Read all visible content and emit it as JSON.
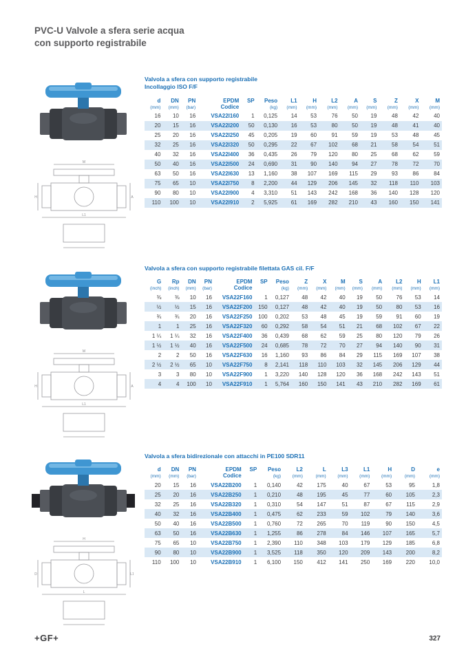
{
  "page": {
    "title_line1": "PVC-U Valvole a sfera serie acqua",
    "title_line2": "con supporto registrabile",
    "footer": {
      "logo": "+GF+",
      "page_number": "327"
    }
  },
  "colors": {
    "accent_blue": "#1a6fb5",
    "row_stripe": "#d9e8f5",
    "title_gray": "#59595b",
    "handle_blue": "#3f96d2"
  },
  "sections": [
    {
      "heading": [
        "Valvola a sfera con supporto registrabile",
        "Incollaggio ISO F/F"
      ],
      "drawing_labels": [
        "M",
        "H",
        "A",
        "L1"
      ],
      "columns": [
        {
          "label": "d",
          "unit": "(mm)"
        },
        {
          "label": "DN",
          "unit": "(mm)"
        },
        {
          "label": "PN",
          "unit": "(bar)"
        },
        {
          "label": "EPDM",
          "unit": "Codice"
        },
        {
          "label": "SP",
          "unit": ""
        },
        {
          "label": "Peso",
          "unit": "(kg)"
        },
        {
          "label": "L1",
          "unit": "(mm)"
        },
        {
          "label": "H",
          "unit": "(mm)"
        },
        {
          "label": "L2",
          "unit": "(mm)"
        },
        {
          "label": "A",
          "unit": "(mm)"
        },
        {
          "label": "S",
          "unit": "(mm)"
        },
        {
          "label": "Z",
          "unit": "(mm)"
        },
        {
          "label": "X",
          "unit": "(mm)"
        },
        {
          "label": "M",
          "unit": "(mm)"
        }
      ],
      "rows": [
        [
          "16",
          "10",
          "16",
          "VSA22I160",
          "1",
          "0,125",
          "14",
          "53",
          "76",
          "50",
          "19",
          "48",
          "42",
          "40"
        ],
        [
          "20",
          "15",
          "16",
          "VSA22I200",
          "50",
          "0,130",
          "16",
          "53",
          "80",
          "50",
          "19",
          "48",
          "41",
          "40"
        ],
        [
          "25",
          "20",
          "16",
          "VSA22I250",
          "45",
          "0,205",
          "19",
          "60",
          "91",
          "59",
          "19",
          "53",
          "48",
          "45"
        ],
        [
          "32",
          "25",
          "16",
          "VSA22I320",
          "50",
          "0,295",
          "22",
          "67",
          "102",
          "68",
          "21",
          "58",
          "54",
          "51"
        ],
        [
          "40",
          "32",
          "16",
          "VSA22I400",
          "36",
          "0,435",
          "26",
          "79",
          "120",
          "80",
          "25",
          "68",
          "62",
          "59"
        ],
        [
          "50",
          "40",
          "16",
          "VSA22I500",
          "24",
          "0,690",
          "31",
          "90",
          "140",
          "94",
          "27",
          "78",
          "72",
          "70"
        ],
        [
          "63",
          "50",
          "16",
          "VSA22I630",
          "13",
          "1,160",
          "38",
          "107",
          "169",
          "115",
          "29",
          "93",
          "86",
          "84"
        ],
        [
          "75",
          "65",
          "10",
          "VSA22I750",
          "8",
          "2,200",
          "44",
          "129",
          "206",
          "145",
          "32",
          "118",
          "110",
          "103"
        ],
        [
          "90",
          "80",
          "10",
          "VSA22I900",
          "4",
          "3,310",
          "51",
          "143",
          "242",
          "168",
          "36",
          "140",
          "128",
          "120"
        ],
        [
          "110",
          "100",
          "10",
          "VSA22I910",
          "2",
          "5,925",
          "61",
          "169",
          "282",
          "210",
          "43",
          "160",
          "150",
          "141"
        ]
      ]
    },
    {
      "heading": [
        "Valvola a sfera con supporto registrabile filettata GAS cil. F/F"
      ],
      "drawing_labels": [
        "M",
        "H",
        "A",
        "L1"
      ],
      "columns": [
        {
          "label": "G",
          "unit": "(inch)"
        },
        {
          "label": "Rp",
          "unit": "(inch)"
        },
        {
          "label": "DN",
          "unit": "(mm)"
        },
        {
          "label": "PN",
          "unit": "(bar)"
        },
        {
          "label": "EPDM",
          "unit": "Codice"
        },
        {
          "label": "SP",
          "unit": ""
        },
        {
          "label": "Peso",
          "unit": "(kg)"
        },
        {
          "label": "Z",
          "unit": "(mm)"
        },
        {
          "label": "X",
          "unit": "(mm)"
        },
        {
          "label": "M",
          "unit": "(mm)"
        },
        {
          "label": "S",
          "unit": "(mm)"
        },
        {
          "label": "A",
          "unit": "(mm)"
        },
        {
          "label": "L2",
          "unit": "(mm)"
        },
        {
          "label": "H",
          "unit": "(mm)"
        },
        {
          "label": "L1",
          "unit": "(mm)"
        }
      ],
      "rows": [
        [
          "⅜",
          "⅜",
          "10",
          "16",
          "VSA22F160",
          "1",
          "0,127",
          "48",
          "42",
          "40",
          "19",
          "50",
          "76",
          "53",
          "14"
        ],
        [
          "½",
          "½",
          "15",
          "16",
          "VSA22F200",
          "150",
          "0,127",
          "48",
          "42",
          "40",
          "19",
          "50",
          "80",
          "53",
          "16"
        ],
        [
          "¾",
          "¾",
          "20",
          "16",
          "VSA22F250",
          "100",
          "0,202",
          "53",
          "48",
          "45",
          "19",
          "59",
          "91",
          "60",
          "19"
        ],
        [
          "1",
          "1",
          "25",
          "16",
          "VSA22F320",
          "60",
          "0,292",
          "58",
          "54",
          "51",
          "21",
          "68",
          "102",
          "67",
          "22"
        ],
        [
          "1 ¼",
          "1 ¼",
          "32",
          "16",
          "VSA22F400",
          "36",
          "0,439",
          "68",
          "62",
          "59",
          "25",
          "80",
          "120",
          "79",
          "26"
        ],
        [
          "1 ½",
          "1 ½",
          "40",
          "16",
          "VSA22F500",
          "24",
          "0,685",
          "78",
          "72",
          "70",
          "27",
          "94",
          "140",
          "90",
          "31"
        ],
        [
          "2",
          "2",
          "50",
          "16",
          "VSA22F630",
          "16",
          "1,160",
          "93",
          "86",
          "84",
          "29",
          "115",
          "169",
          "107",
          "38"
        ],
        [
          "2 ½",
          "2 ½",
          "65",
          "10",
          "VSA22F750",
          "8",
          "2,141",
          "118",
          "110",
          "103",
          "32",
          "145",
          "206",
          "129",
          "44"
        ],
        [
          "3",
          "3",
          "80",
          "10",
          "VSA22F900",
          "1",
          "3,220",
          "140",
          "128",
          "120",
          "36",
          "168",
          "242",
          "143",
          "51"
        ],
        [
          "4",
          "4",
          "100",
          "10",
          "VSA22F910",
          "1",
          "5,764",
          "160",
          "150",
          "141",
          "43",
          "210",
          "282",
          "169",
          "61"
        ]
      ]
    },
    {
      "heading": [
        "Valvola a sfera bidirezionale con attacchi in PE100 SDR11"
      ],
      "drawing_labels": [
        "H",
        "D",
        "L1",
        "L"
      ],
      "columns": [
        {
          "label": "d",
          "unit": "(mm)"
        },
        {
          "label": "DN",
          "unit": "(mm)"
        },
        {
          "label": "PN",
          "unit": "(bar)"
        },
        {
          "label": "EPDM",
          "unit": "Codice"
        },
        {
          "label": "SP",
          "unit": ""
        },
        {
          "label": "Peso",
          "unit": "(kg)"
        },
        {
          "label": "L2",
          "unit": "(mm)"
        },
        {
          "label": "L",
          "unit": "(mm)"
        },
        {
          "label": "L3",
          "unit": "(mm)"
        },
        {
          "label": "L1",
          "unit": "(mm)"
        },
        {
          "label": "H",
          "unit": "(mm)"
        },
        {
          "label": "D",
          "unit": "(mm)"
        },
        {
          "label": "e",
          "unit": "(mm)"
        }
      ],
      "rows": [
        [
          "20",
          "15",
          "16",
          "VSA22B200",
          "1",
          "0,140",
          "42",
          "175",
          "40",
          "67",
          "53",
          "95",
          "1,8"
        ],
        [
          "25",
          "20",
          "16",
          "VSA22B250",
          "1",
          "0,210",
          "48",
          "195",
          "45",
          "77",
          "60",
          "105",
          "2,3"
        ],
        [
          "32",
          "25",
          "16",
          "VSA22B320",
          "1",
          "0,310",
          "54",
          "147",
          "51",
          "87",
          "67",
          "115",
          "2,9"
        ],
        [
          "40",
          "32",
          "16",
          "VSA22B400",
          "1",
          "0,475",
          "62",
          "233",
          "59",
          "102",
          "79",
          "140",
          "3,6"
        ],
        [
          "50",
          "40",
          "16",
          "VSA22B500",
          "1",
          "0,760",
          "72",
          "265",
          "70",
          "119",
          "90",
          "150",
          "4,5"
        ],
        [
          "63",
          "50",
          "16",
          "VSA22B630",
          "1",
          "1,255",
          "86",
          "278",
          "84",
          "146",
          "107",
          "165",
          "5,7"
        ],
        [
          "75",
          "65",
          "10",
          "VSA22B750",
          "1",
          "2,390",
          "110",
          "348",
          "103",
          "179",
          "129",
          "185",
          "6,8"
        ],
        [
          "90",
          "80",
          "10",
          "VSA22B900",
          "1",
          "3,525",
          "118",
          "350",
          "120",
          "209",
          "143",
          "200",
          "8,2"
        ],
        [
          "110",
          "100",
          "10",
          "VSA22B910",
          "1",
          "6,100",
          "150",
          "412",
          "141",
          "250",
          "169",
          "220",
          "10,0"
        ]
      ]
    }
  ]
}
